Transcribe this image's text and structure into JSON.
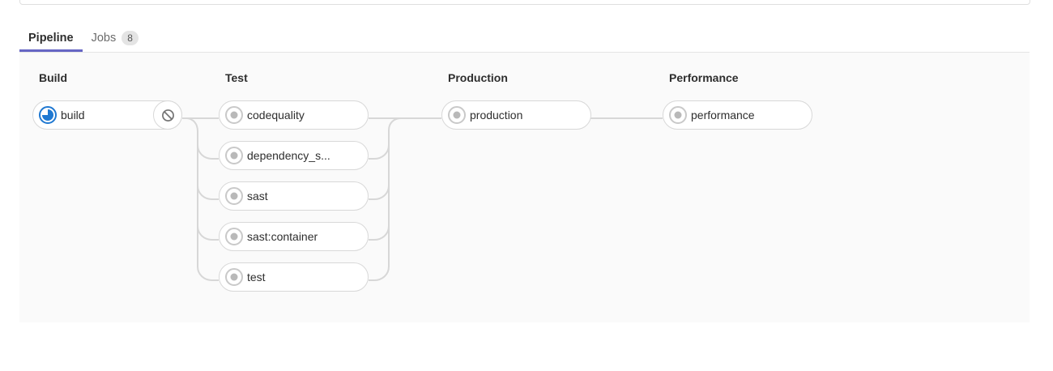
{
  "tabs": [
    {
      "label": "Pipeline",
      "active": true
    },
    {
      "label": "Jobs",
      "active": false,
      "badge": "8"
    }
  ],
  "pipeline": {
    "stages": [
      {
        "name": "Build",
        "jobs": [
          {
            "label": "build",
            "status": "running",
            "action": "cancel",
            "icon": "running-status-icon",
            "action_icon": "ban-icon"
          }
        ]
      },
      {
        "name": "Test",
        "jobs": [
          {
            "label": "codequality",
            "status": "created",
            "icon": "created-status-icon"
          },
          {
            "label": "dependency_s...",
            "status": "created",
            "icon": "created-status-icon"
          },
          {
            "label": "sast",
            "status": "created",
            "icon": "created-status-icon"
          },
          {
            "label": "sast:container",
            "status": "created",
            "icon": "created-status-icon"
          },
          {
            "label": "test",
            "status": "created",
            "icon": "created-status-icon"
          }
        ]
      },
      {
        "name": "Production",
        "jobs": [
          {
            "label": "production",
            "status": "created",
            "icon": "created-status-icon"
          }
        ]
      },
      {
        "name": "Performance",
        "jobs": [
          {
            "label": "performance",
            "status": "created",
            "icon": "created-status-icon"
          }
        ]
      }
    ]
  },
  "colors": {
    "running_blue": "#1f78d1",
    "created_ring": "#c9c9c9",
    "created_dot": "#b9b9b9",
    "connector_line": "#d7d7d7",
    "active_tab_underline": "#6666c4",
    "graph_background": "#fafafa",
    "pill_border": "#d8d8d8"
  }
}
